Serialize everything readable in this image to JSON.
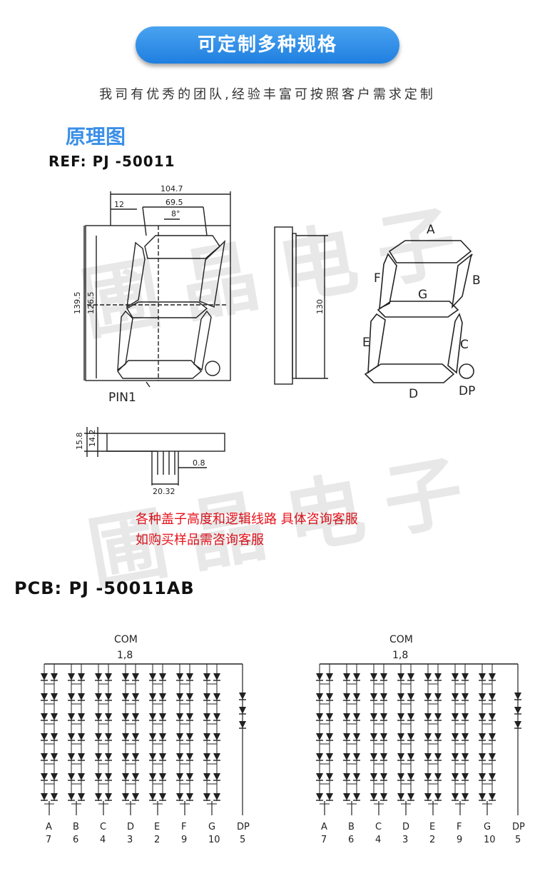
{
  "banner": {
    "title": "可定制多种规格"
  },
  "subtitle": "我司有优秀的团队,经验丰富可按照客户需求定制",
  "section_title": "原理图",
  "ref_label": "REF: PJ -50011",
  "pcb_label": "PCB: PJ -50011AB",
  "notes": [
    "各种盖子高度和逻辑线路 具体咨询客服",
    "如购买样品需咨询客服"
  ],
  "watermark": "圃晶电子",
  "dimensions": {
    "width": "104.7",
    "inner_width": "69.5",
    "offset": "12",
    "angle": "8°",
    "height": "139.5",
    "inner_height": "126.5",
    "side_height": "130",
    "base_height": "15.8",
    "base_inner": "14.2",
    "pin_spacing": "20.32",
    "pin_width": "0.8",
    "pin1": "PIN1"
  },
  "segments": {
    "a": "A",
    "b": "B",
    "c": "C",
    "d": "D",
    "e": "E",
    "f": "F",
    "g": "G",
    "dp": "DP"
  },
  "circuit": {
    "com": "COM",
    "com_pins": "1,8",
    "columns": [
      {
        "seg": "A",
        "pin": "7"
      },
      {
        "seg": "B",
        "pin": "6"
      },
      {
        "seg": "C",
        "pin": "4"
      },
      {
        "seg": "D",
        "pin": "3"
      },
      {
        "seg": "E",
        "pin": "2"
      },
      {
        "seg": "F",
        "pin": "9"
      },
      {
        "seg": "G",
        "pin": "10"
      },
      {
        "seg": "DP",
        "pin": "5"
      }
    ]
  }
}
